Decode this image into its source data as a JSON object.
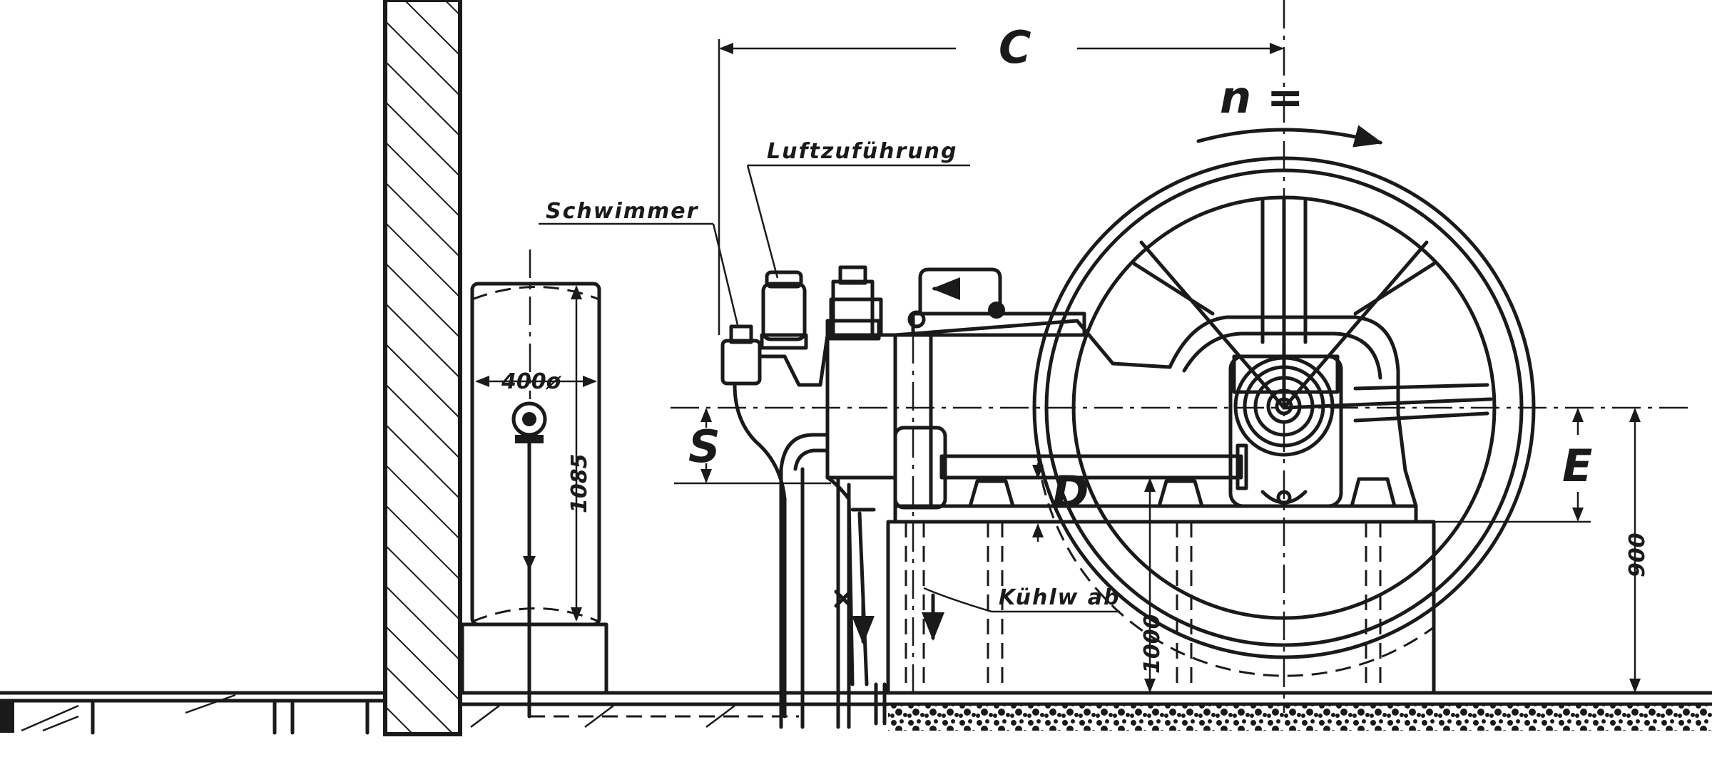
{
  "labels": {
    "c": "C",
    "n": "n =",
    "luft": "Luftzuführung",
    "schwimmer": "Schwimmer",
    "s": "S",
    "d": "D",
    "e": "E",
    "kuehlw": "Kühlw ab",
    "dim_400": "400ø",
    "dim_1085": "1085",
    "dim_1000": "1000",
    "dim_900": "900"
  }
}
